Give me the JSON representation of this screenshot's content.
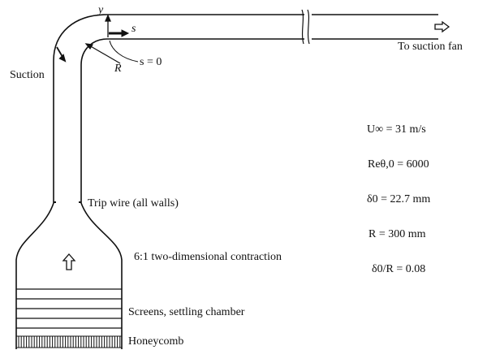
{
  "labels": {
    "axis_y": "y",
    "axis_s": "s",
    "radius": "R",
    "s_zero": "s = 0",
    "suction": "Suction",
    "to_fan": "To suction fan",
    "trip_wire": "Trip wire (all walls)",
    "contraction": "6:1 two-dimensional contraction",
    "screens": "Screens, settling chamber",
    "honeycomb": "Honeycomb"
  },
  "parameters": {
    "u_inf": "U∞ = 31 m/s",
    "re": "Reθ,0 = 6000",
    "delta": "δ0 = 22.7 mm",
    "radius": "R = 300 mm",
    "ratio": "δ0/R = 0.08"
  },
  "icons": {
    "flow_arrow_up": "hollow-up-arrow-icon",
    "flow_arrow_right": "hollow-right-arrow-icon",
    "break_mark": "pipe-break-icon"
  },
  "colors": {
    "ink": "#111111",
    "background": "#ffffff"
  }
}
